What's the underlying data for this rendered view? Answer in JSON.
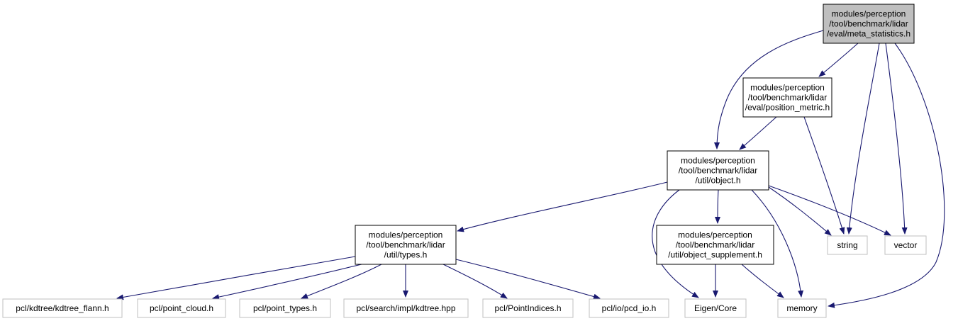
{
  "nodes": {
    "meta_statistics": {
      "lines": [
        "modules/perception",
        "/tool/benchmark/lidar",
        "/eval/meta_statistics.h"
      ],
      "fill": "#bfbfbf",
      "stroke": "#000000"
    },
    "position_metric": {
      "lines": [
        "modules/perception",
        "/tool/benchmark/lidar",
        "/eval/position_metric.h"
      ],
      "fill": "#ffffff",
      "stroke": "#000000"
    },
    "object": {
      "lines": [
        "modules/perception",
        "/tool/benchmark/lidar",
        "/util/object.h"
      ],
      "fill": "#ffffff",
      "stroke": "#000000"
    },
    "types": {
      "lines": [
        "modules/perception",
        "/tool/benchmark/lidar",
        "/util/types.h"
      ],
      "fill": "#ffffff",
      "stroke": "#000000"
    },
    "object_supplement": {
      "lines": [
        "modules/perception",
        "/tool/benchmark/lidar",
        "/util/object_supplement.h"
      ],
      "fill": "#ffffff",
      "stroke": "#000000"
    },
    "string": {
      "lines": [
        "string"
      ],
      "fill": "#ffffff",
      "stroke": "#bfbfbf"
    },
    "vector": {
      "lines": [
        "vector"
      ],
      "fill": "#ffffff",
      "stroke": "#bfbfbf"
    },
    "memory": {
      "lines": [
        "memory"
      ],
      "fill": "#ffffff",
      "stroke": "#bfbfbf"
    },
    "eigen_core": {
      "lines": [
        "Eigen/Core"
      ],
      "fill": "#ffffff",
      "stroke": "#bfbfbf"
    },
    "kdtree_flann": {
      "lines": [
        "pcl/kdtree/kdtree_flann.h"
      ],
      "fill": "#ffffff",
      "stroke": "#bfbfbf"
    },
    "point_cloud": {
      "lines": [
        "pcl/point_cloud.h"
      ],
      "fill": "#ffffff",
      "stroke": "#bfbfbf"
    },
    "point_types": {
      "lines": [
        "pcl/point_types.h"
      ],
      "fill": "#ffffff",
      "stroke": "#bfbfbf"
    },
    "kdtree_hpp": {
      "lines": [
        "pcl/search/impl/kdtree.hpp"
      ],
      "fill": "#ffffff",
      "stroke": "#bfbfbf"
    },
    "point_indices": {
      "lines": [
        "pcl/PointIndices.h"
      ],
      "fill": "#ffffff",
      "stroke": "#bfbfbf"
    },
    "pcd_io": {
      "lines": [
        "pcl/io/pcd_io.h"
      ],
      "fill": "#ffffff",
      "stroke": "#bfbfbf"
    }
  },
  "edge_color": "#191970",
  "edges": [
    [
      "meta_statistics",
      "position_metric"
    ],
    [
      "meta_statistics",
      "object"
    ],
    [
      "meta_statistics",
      "string"
    ],
    [
      "meta_statistics",
      "vector"
    ],
    [
      "meta_statistics",
      "memory"
    ],
    [
      "position_metric",
      "object"
    ],
    [
      "position_metric",
      "string"
    ],
    [
      "object",
      "types"
    ],
    [
      "object",
      "object_supplement"
    ],
    [
      "object",
      "eigen_core"
    ],
    [
      "object",
      "memory"
    ],
    [
      "object",
      "string"
    ],
    [
      "object",
      "vector"
    ],
    [
      "object_supplement",
      "eigen_core"
    ],
    [
      "object_supplement",
      "memory"
    ],
    [
      "types",
      "kdtree_flann"
    ],
    [
      "types",
      "point_cloud"
    ],
    [
      "types",
      "point_types"
    ],
    [
      "types",
      "kdtree_hpp"
    ],
    [
      "types",
      "point_indices"
    ],
    [
      "types",
      "pcd_io"
    ]
  ]
}
